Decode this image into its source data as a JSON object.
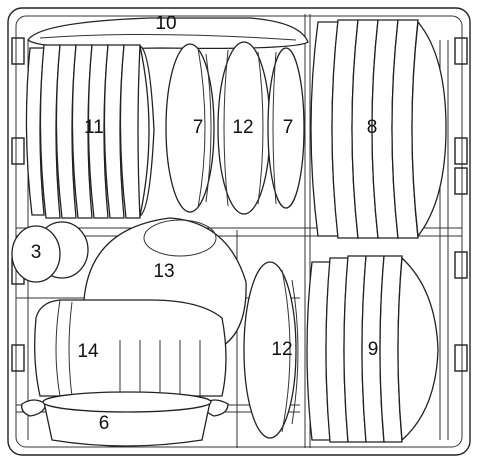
{
  "labels": {
    "n10": "10",
    "n11": "11",
    "n7a": "7",
    "n12a": "12",
    "n7b": "7",
    "n8": "8",
    "n3": "3",
    "n13": "13",
    "n14": "14",
    "n12b": "12",
    "n9": "9",
    "n6": "6"
  }
}
